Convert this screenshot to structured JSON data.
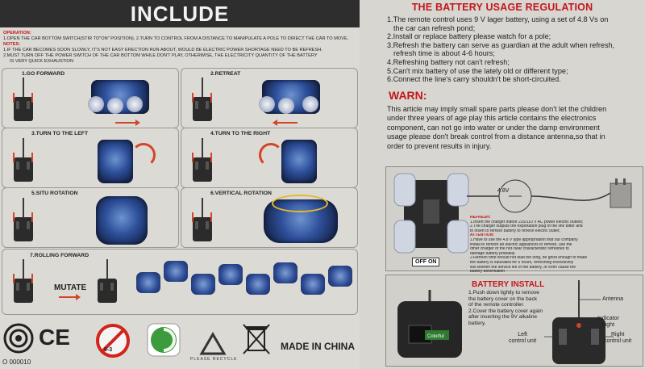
{
  "left": {
    "title": "INCLUDE",
    "operation_label": "OPERATION:",
    "operation_text": "1.OPEN THE CAR BOTTOM SWITCH(STIR TO\"ON\" POSITION).  2.TURN TO CONTROL FROM A DISTANCE TO MANIPULATE A POLE TO DIRECT THE CAR TO MOVE.",
    "notes_label": "NOTES:",
    "notes_lines": [
      "1.IF THE CAR BECOMES SOON SLOWLY, IT'S NOT EASY ERECTION RUN ABOUT, WOULD BE ELECTRIC POWER SHORTAGE NEED TO BE REFRESH.",
      "2.MUST TURN OFF THE POWER SWITCH OF THE CAR BOTTOM WHILE DON'T PLAY, OTHERWISE, THE ELECTRICITY QUANTITY OF THE BATTERY",
      "IS VERY QUICK EXHAUSTION"
    ],
    "cells": [
      {
        "title": "1.GO FORWARD"
      },
      {
        "title": "2.RETREAT"
      },
      {
        "title": "3.TURN TO THE LEFT"
      },
      {
        "title": "4.TURN TO THE RIGHT"
      },
      {
        "title": "5.SITU ROTATION"
      },
      {
        "title": "6.VERTICAL ROTATION"
      },
      {
        "title": "7.ROLLING FORWARD"
      }
    ],
    "mutate": "MUTATE",
    "made_in": "MADE IN CHINA",
    "code": "O 000010",
    "please_recycle": "PLEASE RECYCLE",
    "ce": "CE",
    "age": "0-3"
  },
  "right": {
    "title": "THE BATTERY USAGE REGULATION",
    "rules": [
      "1.The remote control uses 9 V lager battery, using a set of 4.8 Vs on",
      "   the car can refresh pond;",
      "2.Install or replace battery please watch for a pole;",
      "3.Refresh the battery can serve as guardian at the adult when refresh,",
      "   refresh time is about 4-6 hours;",
      "4.Refreshing battery not can't refresh;",
      "5.Can't mix battery of use the lately old or different type;",
      "6.Connect the line's carry shouldn't be short-circuited."
    ],
    "warn_title": "WARN:",
    "warn_lines": [
      "This article may imply small spare parts please don't let the children",
      "under three years of age play this article contains the electronics",
      "component, can not go into  water or under the damp environment",
      "usage please don't break control from a distance antenna,so that in",
      "order to prevent results in injury."
    ],
    "charge": {
      "voltage": "4.8V",
      "switch": "OFF ON",
      "refresh_label": "REFRESH:",
      "refresh_lines": [
        "1.Insert the charger indoor 220/110 V AC power electric outlets;",
        "2.The charger outputs the exportation plug of the line bitter and",
        "   to insert to refresh battery to refresh electric outlet;"
      ],
      "attention_label": "ATTENTION:",
      "attention_lines": [
        "1.Have to use the 4.8 V type appropriation that our company",
        "   install to refresh an electric appliances to refresh, use the",
        "   other charger of the not clear characteristic refreshes to",
        "   damage battery probably.",
        "2.Refresh time should not lead too long, be good enough to make",
        "   the battery is saturated for 6 hours, refreshing excessively",
        "   will shorten the service life of the battery, or even cause the",
        "   battery deformation"
      ]
    },
    "install": {
      "title": "BATTERY INSTALL",
      "steps": [
        "1.Push down lightly to remove",
        "   the battery cover on the back",
        "   of the remote controller.",
        "2.Cover the battery cover again",
        "   after inserting the 9V alkaline",
        "   battery."
      ],
      "antenna": "Antenna",
      "indicator": "Indicator\nLight",
      "left_unit": "Left\ncontrol unit",
      "right_unit": "Right\ncontrol unit"
    }
  }
}
